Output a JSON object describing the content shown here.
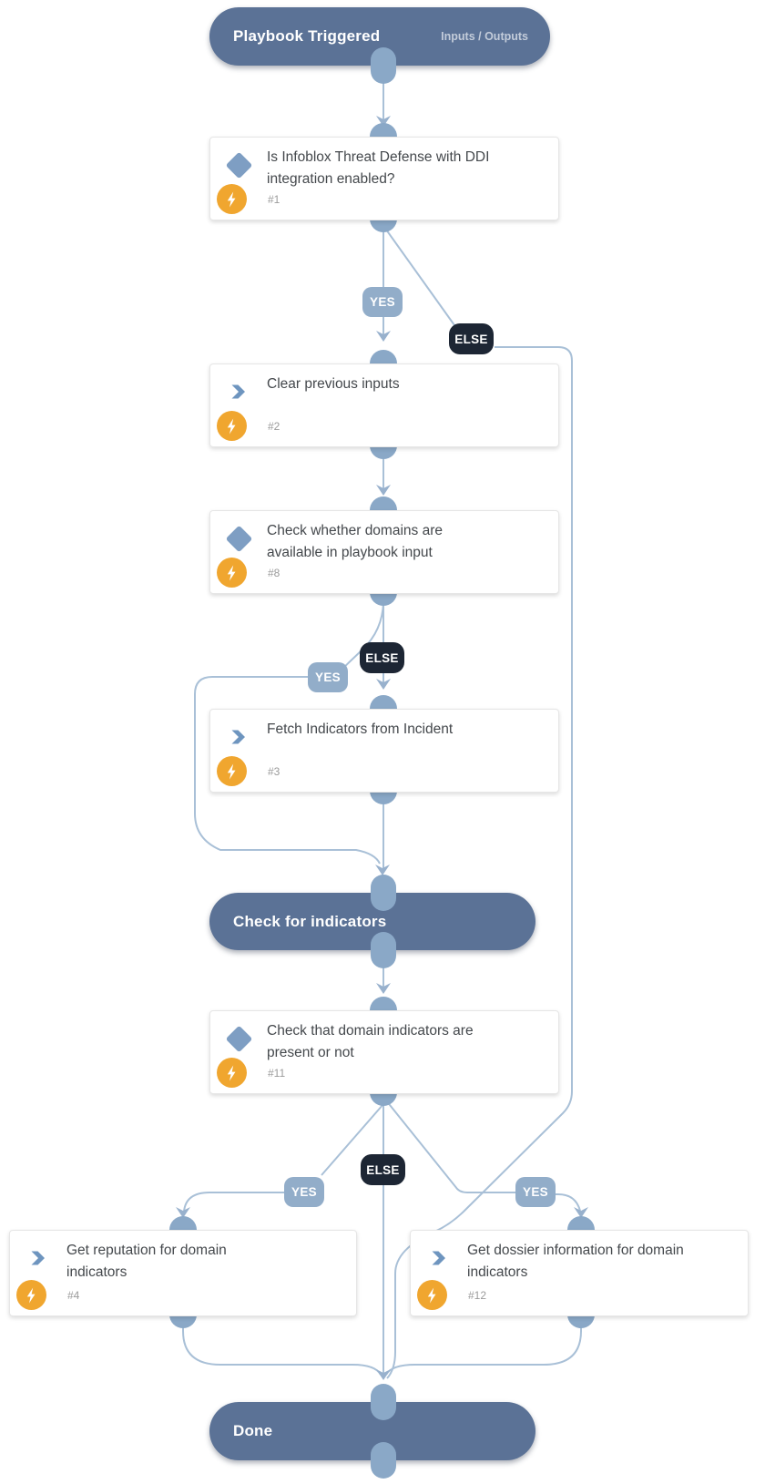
{
  "header": {
    "title": "Playbook Triggered",
    "link": "Inputs / Outputs"
  },
  "section": {
    "title": "Check for indicators"
  },
  "done": {
    "title": "Done"
  },
  "tasks": {
    "t1": {
      "type": "condition",
      "title": "Is Infoblox Threat Defense with DDI integration enabled?",
      "id": "#1"
    },
    "t2": {
      "type": "action",
      "title": "Clear previous inputs",
      "id": "#2"
    },
    "t8": {
      "type": "condition",
      "title": "Check whether domains are available in playbook input",
      "id": "#8"
    },
    "t3": {
      "type": "action",
      "title": "Fetch Indicators from Incident",
      "id": "#3"
    },
    "t11": {
      "type": "condition",
      "title": "Check that domain indicators are present or not",
      "id": "#11"
    },
    "t4": {
      "type": "action",
      "title": "Get reputation for domain indicators",
      "id": "#4"
    },
    "t12": {
      "type": "action",
      "title": "Get dossier information for domain indicators",
      "id": "#12"
    }
  },
  "branches": {
    "yes_1": "YES",
    "else_1": "ELSE",
    "yes_2": "YES",
    "else_2": "ELSE",
    "yes_3": "YES",
    "else_3": "ELSE",
    "yes_4": "YES"
  },
  "edges": [
    {
      "from": "Playbook Triggered",
      "to": "#1"
    },
    {
      "from": "#1",
      "to": "#2",
      "label": "YES"
    },
    {
      "from": "#1",
      "to": "Done",
      "label": "ELSE"
    },
    {
      "from": "#2",
      "to": "#8"
    },
    {
      "from": "#8",
      "to": "Check for indicators",
      "label": "YES"
    },
    {
      "from": "#8",
      "to": "#3",
      "label": "ELSE"
    },
    {
      "from": "#3",
      "to": "Check for indicators"
    },
    {
      "from": "Check for indicators",
      "to": "#11"
    },
    {
      "from": "#11",
      "to": "#4",
      "label": "YES"
    },
    {
      "from": "#11",
      "to": "Done",
      "label": "ELSE"
    },
    {
      "from": "#11",
      "to": "#12",
      "label": "YES"
    },
    {
      "from": "#4",
      "to": "Done"
    },
    {
      "from": "#12",
      "to": "Done"
    }
  ],
  "colors": {
    "pill_bg": "#5b7296",
    "line": "#a9c0d7",
    "connector": "#8aa8c7",
    "arrow": "#98b1cd",
    "yes_badge": "#92adc9",
    "else_badge": "#1d2634",
    "condition_icon": "#7e9ec3",
    "action_icon": "#6e95bf",
    "automation_icon": "#f0a62f",
    "card_title": "#44484c",
    "task_number": "#9b9b9b"
  }
}
